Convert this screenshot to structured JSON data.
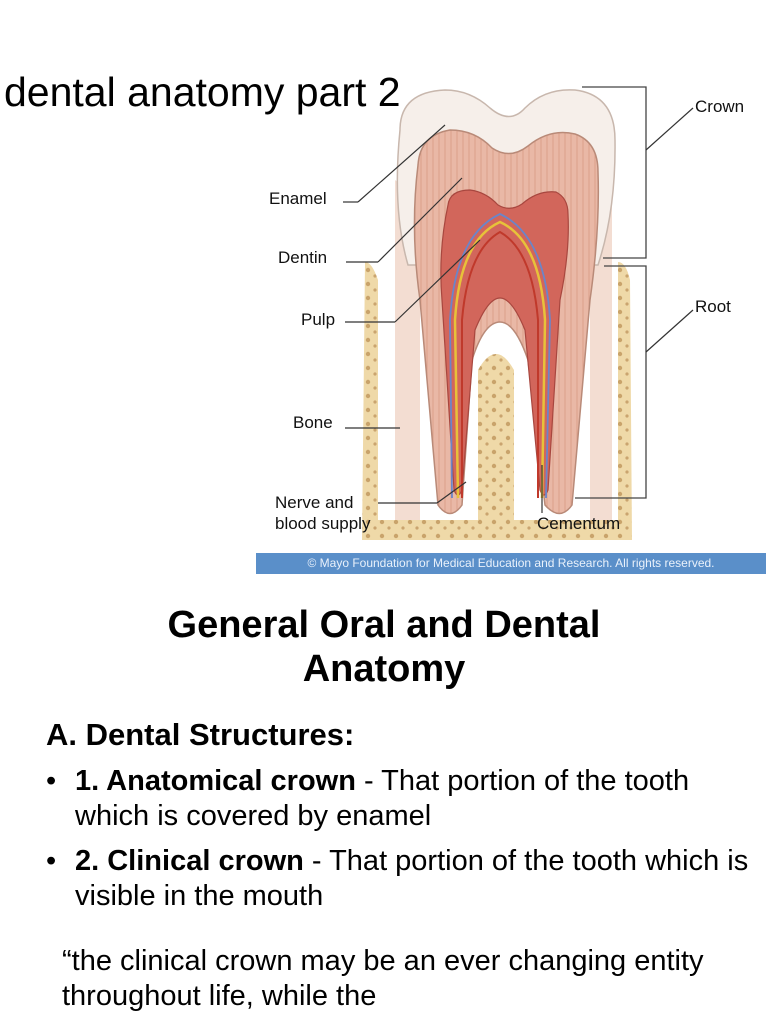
{
  "document": {
    "title": "dental anatomy part 2"
  },
  "figure": {
    "labels": {
      "enamel": "Enamel",
      "dentin": "Dentin",
      "pulp": "Pulp",
      "bone": "Bone",
      "nerve_line1": "Nerve and",
      "nerve_line2": "blood supply",
      "cementum": "Cementum",
      "crown": "Crown",
      "root": "Root"
    },
    "credit": "© Mayo Foundation for Medical Education and Research. All rights reserved.",
    "colors": {
      "enamel": "#f6efea",
      "dentin": "#e9b8a6",
      "dentin_stripe": "#d89d89",
      "pulp": "#d2665b",
      "bone": "#efd9a8",
      "bone_spot": "#c9a36b",
      "gum": "#f3ddd2",
      "nerve": "#e7c23a",
      "vessel_red": "#c0392b",
      "vessel_blue": "#6b85c9",
      "credit_bar": "#5a8fc9"
    }
  },
  "content": {
    "heading_line1": "General Oral and Dental",
    "heading_line2": "Anatomy",
    "subheading": "A. Dental Structures:",
    "bullets": [
      {
        "marker": "•",
        "term": "1. Anatomical crown",
        "text": " - That portion of the tooth which is covered by enamel"
      },
      {
        "marker": "•",
        "term": "2. Clinical crown",
        "text": " - That portion of the tooth which is visible in the mouth"
      }
    ],
    "quote": "“the clinical crown may be an ever changing entity throughout life, while the"
  }
}
